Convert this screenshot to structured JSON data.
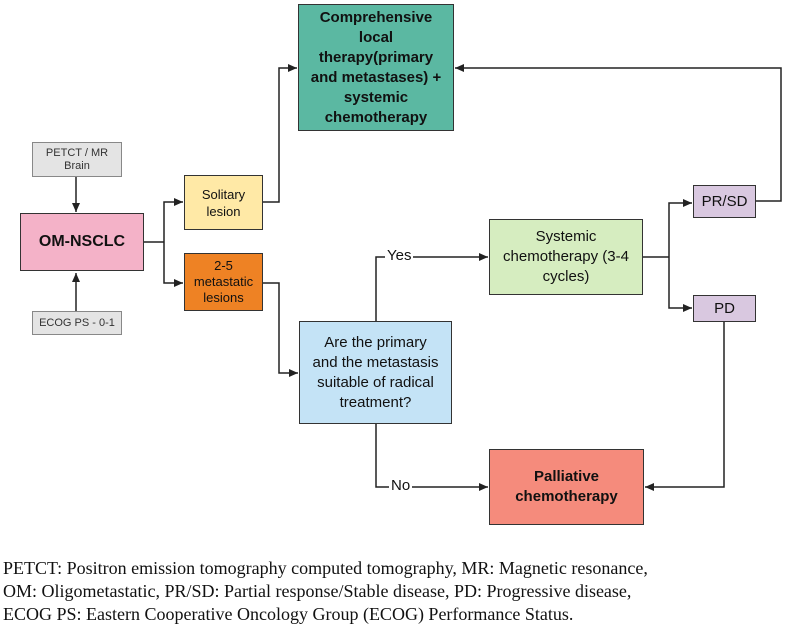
{
  "nodes": {
    "petct": "PETCT / MR Brain",
    "ecog": "ECOG PS - 0-1",
    "omnsclc": "OM-NSCLC",
    "solitary": "Solitary lesion",
    "metastatic": "2-5 metastatic lesions",
    "comprehensive": "Comprehensive local therapy(primary and metastases) + systemic chemotherapy",
    "question": "Are the primary and the metastasis suitable of radical treatment?",
    "systemic": "Systemic chemotherapy (3-4 cycles)",
    "prsd": "PR/SD",
    "pd": "PD",
    "palliative": "Palliative chemotherapy"
  },
  "edge_labels": {
    "yes": "Yes",
    "no": "No"
  },
  "caption": {
    "line1": "PETCT: Positron emission tomography computed tomography, MR: Magnetic resonance,",
    "line2": "OM: Oligometastatic, PR/SD: Partial response/Stable disease, PD: Progressive disease,",
    "line3": "ECOG PS: Eastern Cooperative Oncology Group (ECOG) Performance Status."
  },
  "colors": {
    "petct": "#e4e4e4",
    "ecog": "#e4e4e4",
    "omnsclc": "#f4b2c8",
    "solitary": "#ffe9a6",
    "metastatic": "#ee8224",
    "comprehensive": "#5bb8a2",
    "question": "#c4e3f6",
    "systemic": "#d6edc0",
    "prsd": "#d9c8e0",
    "pd": "#d9c8e0",
    "palliative": "#f58b7c"
  }
}
